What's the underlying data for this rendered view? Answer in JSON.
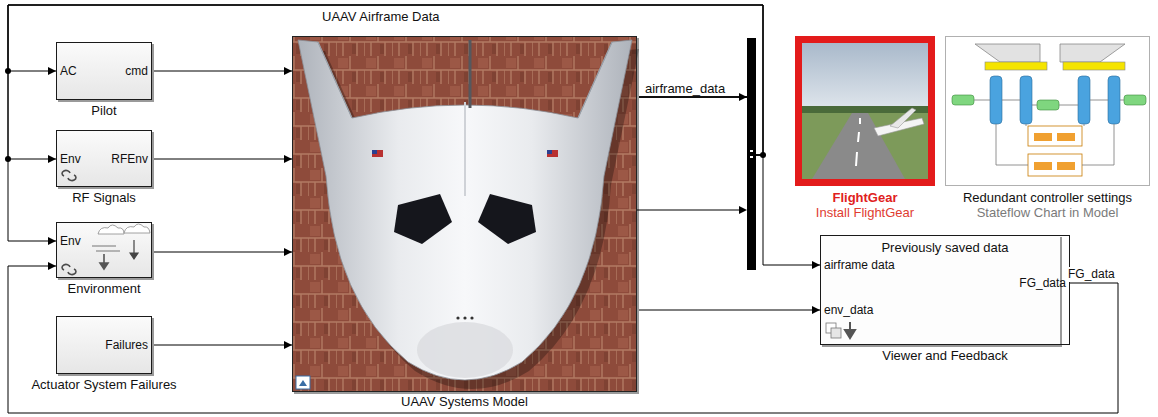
{
  "diagram": {
    "nodes": [
      {
        "text": [
          "AC",
          "cmd",
          "Pilot"
        ]
      },
      {
        "text": [
          "Env",
          "RFEnv",
          "RF Signals"
        ]
      },
      {
        "text": [
          "Env",
          "Environment"
        ]
      },
      {
        "text": [
          "Failures",
          "Actuator System Failures"
        ]
      },
      {
        "text": [
          "UAAV Systems Model"
        ]
      },
      {
        "text": [
          "FlightGear",
          "Install FlightGear"
        ]
      },
      {
        "text": [
          "Redundant controller settings",
          "Stateflow Chart in Model"
        ]
      },
      {
        "text": [
          "Previously saved data",
          "airframe data",
          "env_data",
          "FG_data",
          "Viewer and Feedback"
        ]
      }
    ],
    "edges": [
      {
        "from": 0,
        "to": 4,
        "arrow": "to"
      },
      {
        "from": 1,
        "to": 4,
        "arrow": "to"
      },
      {
        "from": 2,
        "to": 4,
        "arrow": "to"
      },
      {
        "from": 3,
        "to": 4,
        "arrow": "to"
      },
      {
        "from": 4,
        "to": 7,
        "arrow": "to"
      },
      {
        "from": 4,
        "to": 0,
        "arrow": "to"
      },
      {
        "from": 4,
        "to": 1,
        "arrow": "to"
      },
      {
        "from": 4,
        "to": 2,
        "arrow": "to"
      },
      {
        "from": 4,
        "to": 7,
        "arrow": "to"
      },
      {
        "from": 7,
        "to": 2,
        "label": "FG_data",
        "arrow": "to"
      }
    ],
    "labels": [
      "UAAV Airframe Data",
      "airframe_data"
    ]
  }
}
